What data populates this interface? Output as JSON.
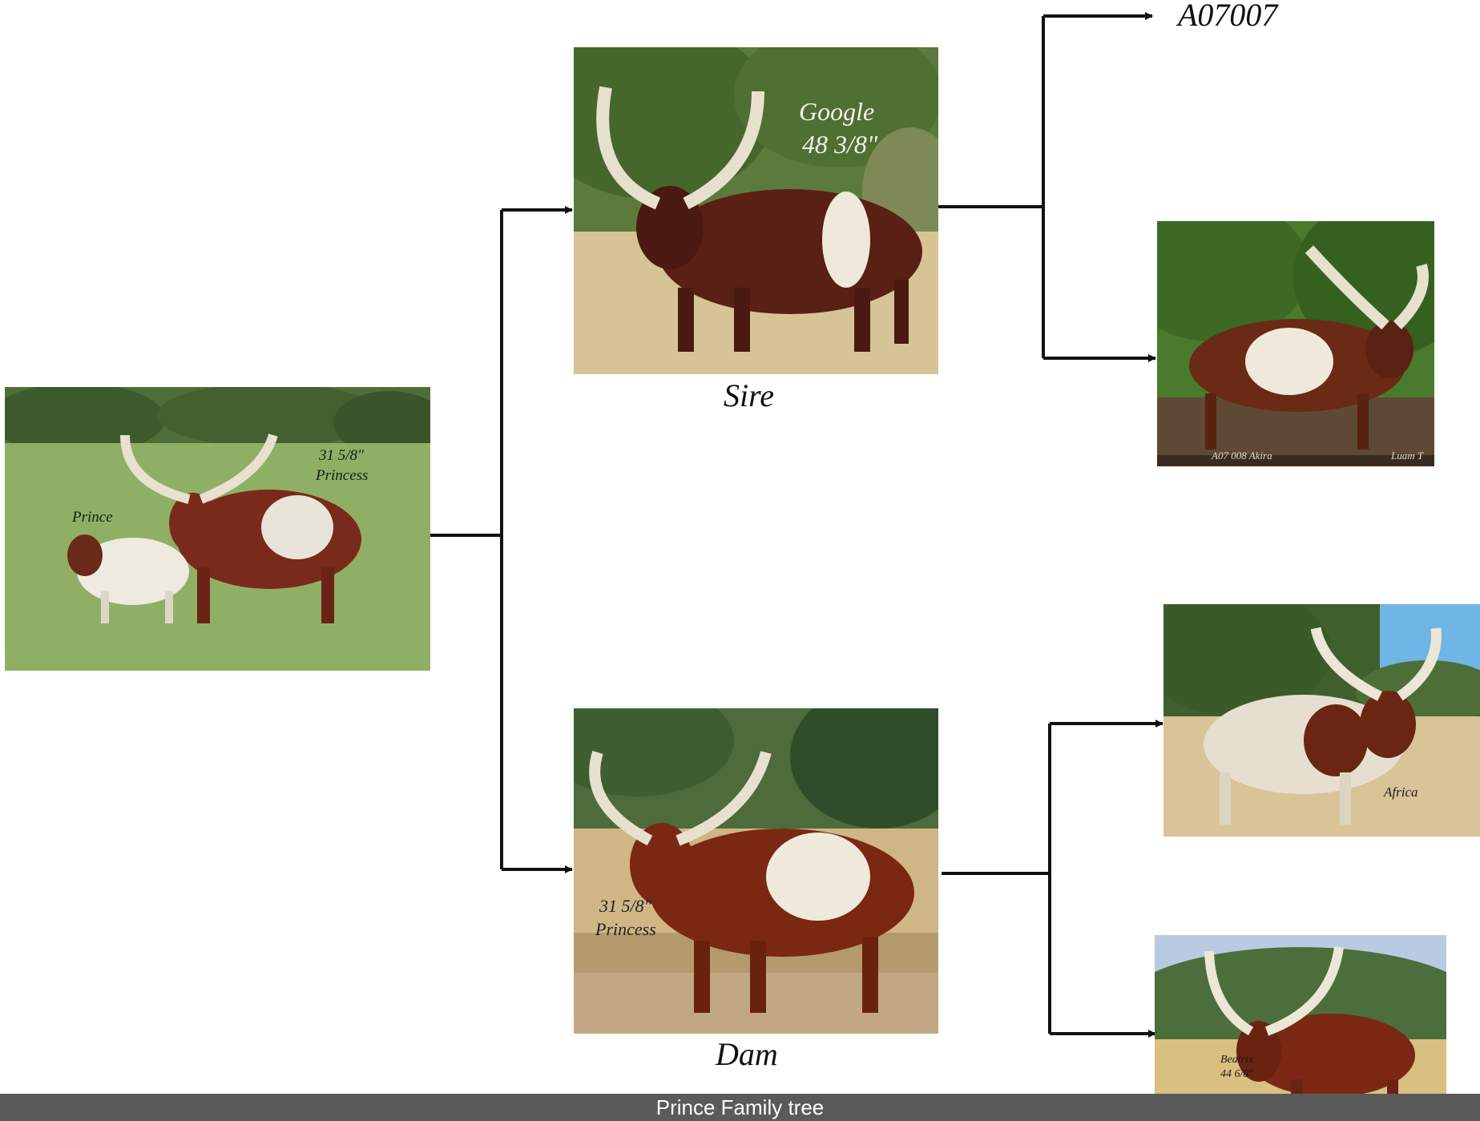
{
  "footer_title": "Prince Family tree",
  "offspring": {
    "label_calf": "Prince",
    "label_cow_size": "31 5/8\"",
    "label_cow_name": "Princess"
  },
  "sire": {
    "caption": "Sire",
    "photo_name": "Google",
    "photo_size": "48 3/8\""
  },
  "dam": {
    "caption": "Dam",
    "photo_size": "31 5/8\"",
    "photo_name": "Princess"
  },
  "sire_sire": {
    "label": "A07007"
  },
  "sire_dam": {
    "watermark_left": "A07 008 Akira",
    "watermark_right": "Luam T"
  },
  "dam_sire": {
    "photo_name": "Africa"
  },
  "dam_dam": {
    "photo_name": "Beatrix",
    "photo_size": "44 6/8\""
  },
  "colors": {
    "connector": "#111111",
    "footer_bg": "#5a5a5a",
    "footer_text": "#ffffff"
  }
}
